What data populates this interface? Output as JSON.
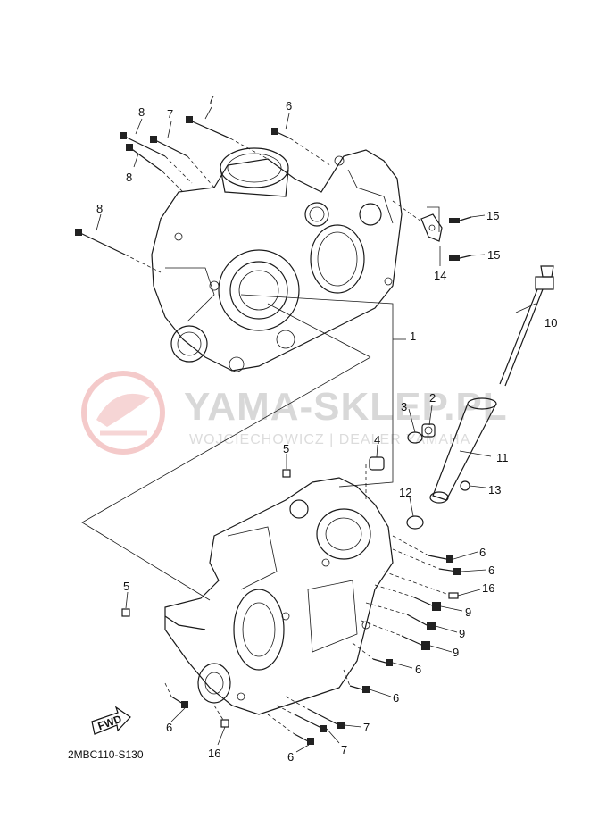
{
  "watermark": {
    "title": "YAMA-SKLEP.PL",
    "subtitle": "WOJCIECHOWICZ | DEALER YAMAHA"
  },
  "diagram_code": "2MBC110-S130",
  "fwd_label": "FWD",
  "callouts": {
    "c1": "1",
    "c2": "2",
    "c3": "3",
    "c4": "4",
    "c5a": "5",
    "c5b": "5",
    "c6a": "6",
    "c6b": "6",
    "c6c": "6",
    "c6d": "6",
    "c6e": "6",
    "c6f": "6",
    "c6g": "6",
    "c7a": "7",
    "c7b": "7",
    "c7c": "7",
    "c7d": "7",
    "c8a": "8",
    "c8b": "8",
    "c8c": "8",
    "c9a": "9",
    "c9b": "9",
    "c9c": "9",
    "c10": "10",
    "c11": "11",
    "c12": "12",
    "c13": "13",
    "c14": "14",
    "c15a": "15",
    "c15b": "15",
    "c16a": "16",
    "c16b": "16"
  }
}
